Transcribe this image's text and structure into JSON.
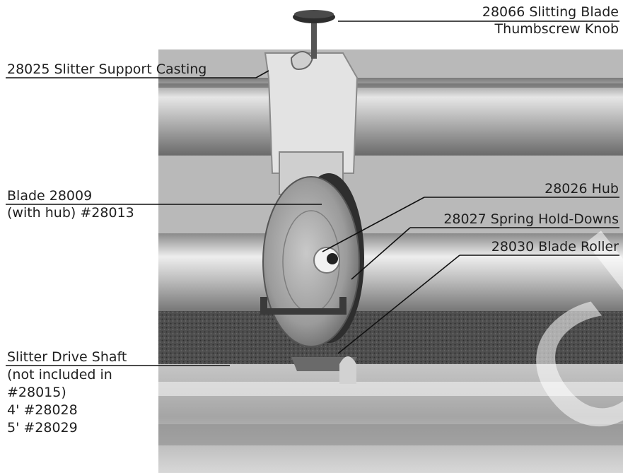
{
  "callouts": {
    "thumbscrew": {
      "line1": "28066 Slitting Blade",
      "line2": "Thumbscrew Knob"
    },
    "support_casting": {
      "text": "28025 Slitter Support Casting"
    },
    "hub": {
      "text": "28026 Hub"
    },
    "spring_hold_downs": {
      "text": "28027 Spring Hold-Downs"
    },
    "blade_roller": {
      "text": "28030 Blade Roller"
    },
    "blade": {
      "line1": "Blade 28009",
      "line2": "(with hub) #28013"
    },
    "drive_shaft": {
      "line1": "Slitter Drive Shaft",
      "line2": "(not included in",
      "line3": "#28015)",
      "line4": "4' #28028",
      "line5": "5' #28029"
    }
  },
  "watermark": {
    "text": "chi"
  },
  "colors": {
    "metal_light": "#d9d9d9",
    "metal_mid": "#9a9a9a",
    "metal_dark": "#3a3a3a",
    "felt": "#4a4a4a",
    "leader_line": "#111111"
  }
}
